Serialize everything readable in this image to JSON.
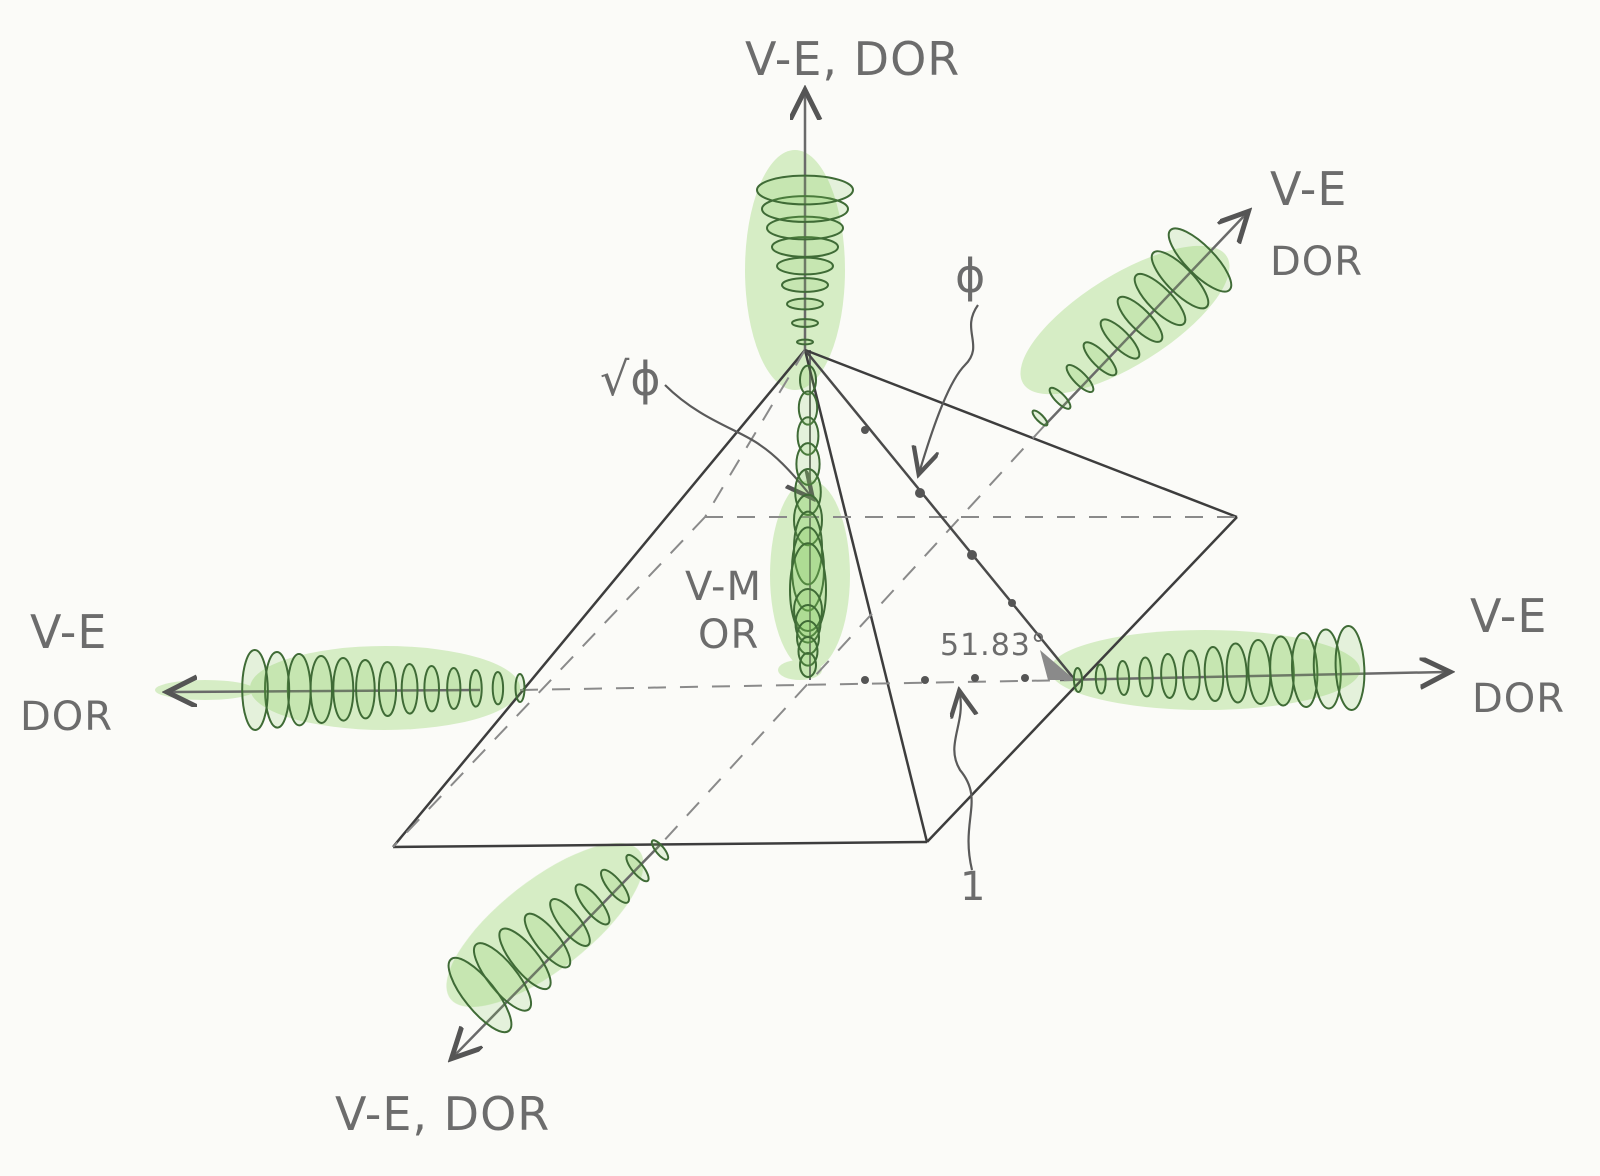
{
  "labels": {
    "top": "V-E, DOR",
    "upper_right_1": "V-E",
    "upper_right_2": "DOR",
    "left_1": "V-E",
    "left_2": "DOR",
    "right_1": "V-E",
    "right_2": "DOR",
    "bottom": "V-E, DOR",
    "center_1": "V-M",
    "center_2": "OR",
    "sqrt_phi": "√ϕ",
    "phi": "ϕ",
    "angle": "51.83°",
    "one": "1"
  },
  "colors": {
    "pencil": "#4a4a4a",
    "green_fill": "#7ec85a",
    "green_stroke": "#3f6b36",
    "paper": "#fbfbf8"
  }
}
